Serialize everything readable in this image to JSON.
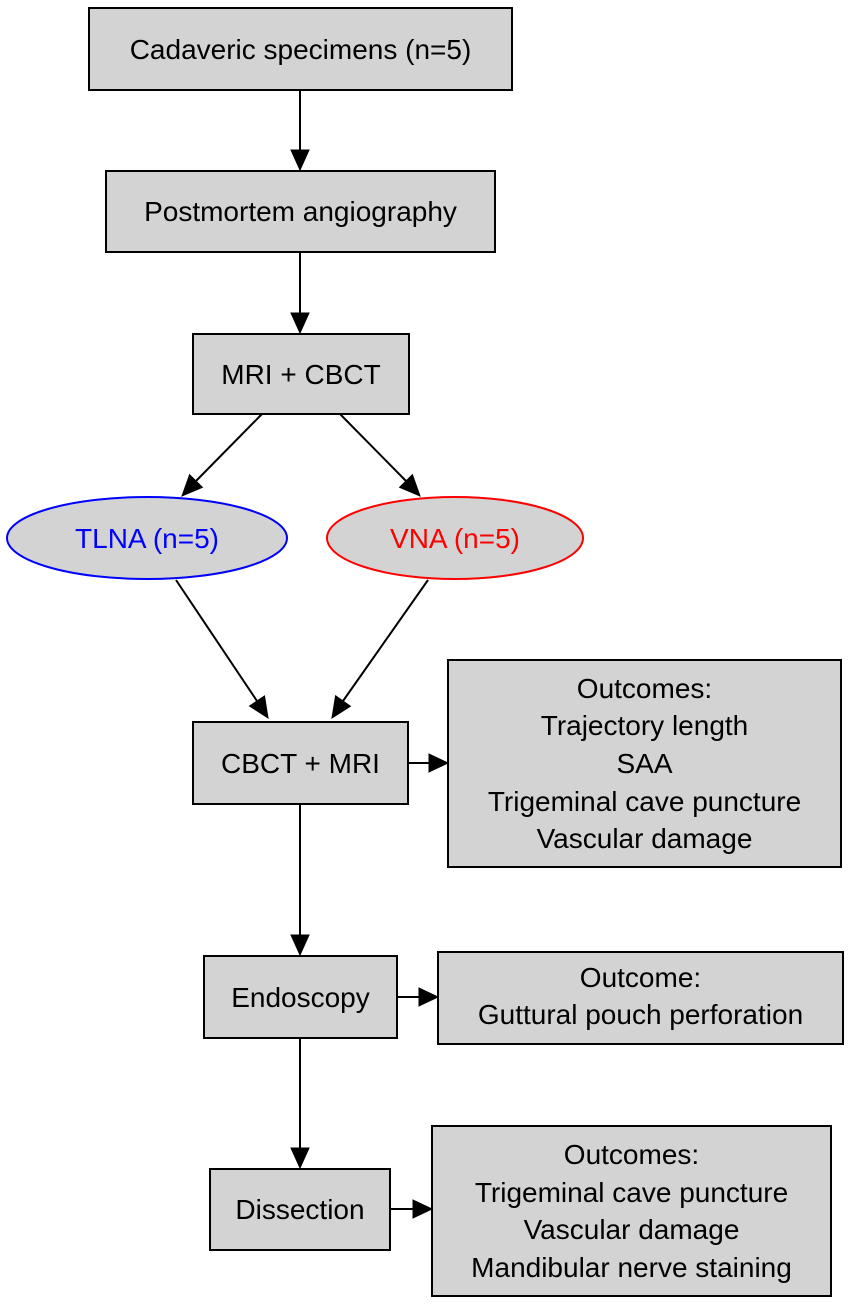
{
  "colors": {
    "box_fill": "#d3d3d3",
    "tlna": "#0000ff",
    "vna": "#ff0000"
  },
  "nodes": {
    "specimens": "Cadaveric specimens (n=5)",
    "angiography": "Postmortem angiography",
    "mri_cbct": "MRI + CBCT",
    "tlna": "TLNA (n=5)",
    "vna": "VNA (n=5)",
    "cbct_mri": "CBCT + MRI",
    "endoscopy": "Endoscopy",
    "dissection": "Dissection"
  },
  "outcomes": {
    "imaging": {
      "title": "Outcomes:",
      "items": [
        "Trajectory length",
        "SAA",
        "Trigeminal cave puncture",
        "Vascular damage"
      ]
    },
    "endoscopy": {
      "title": "Outcome:",
      "items": [
        "Guttural pouch perforation"
      ]
    },
    "dissection": {
      "title": "Outcomes:",
      "items": [
        "Trigeminal cave puncture",
        "Vascular damage",
        "Mandibular nerve staining"
      ]
    }
  }
}
